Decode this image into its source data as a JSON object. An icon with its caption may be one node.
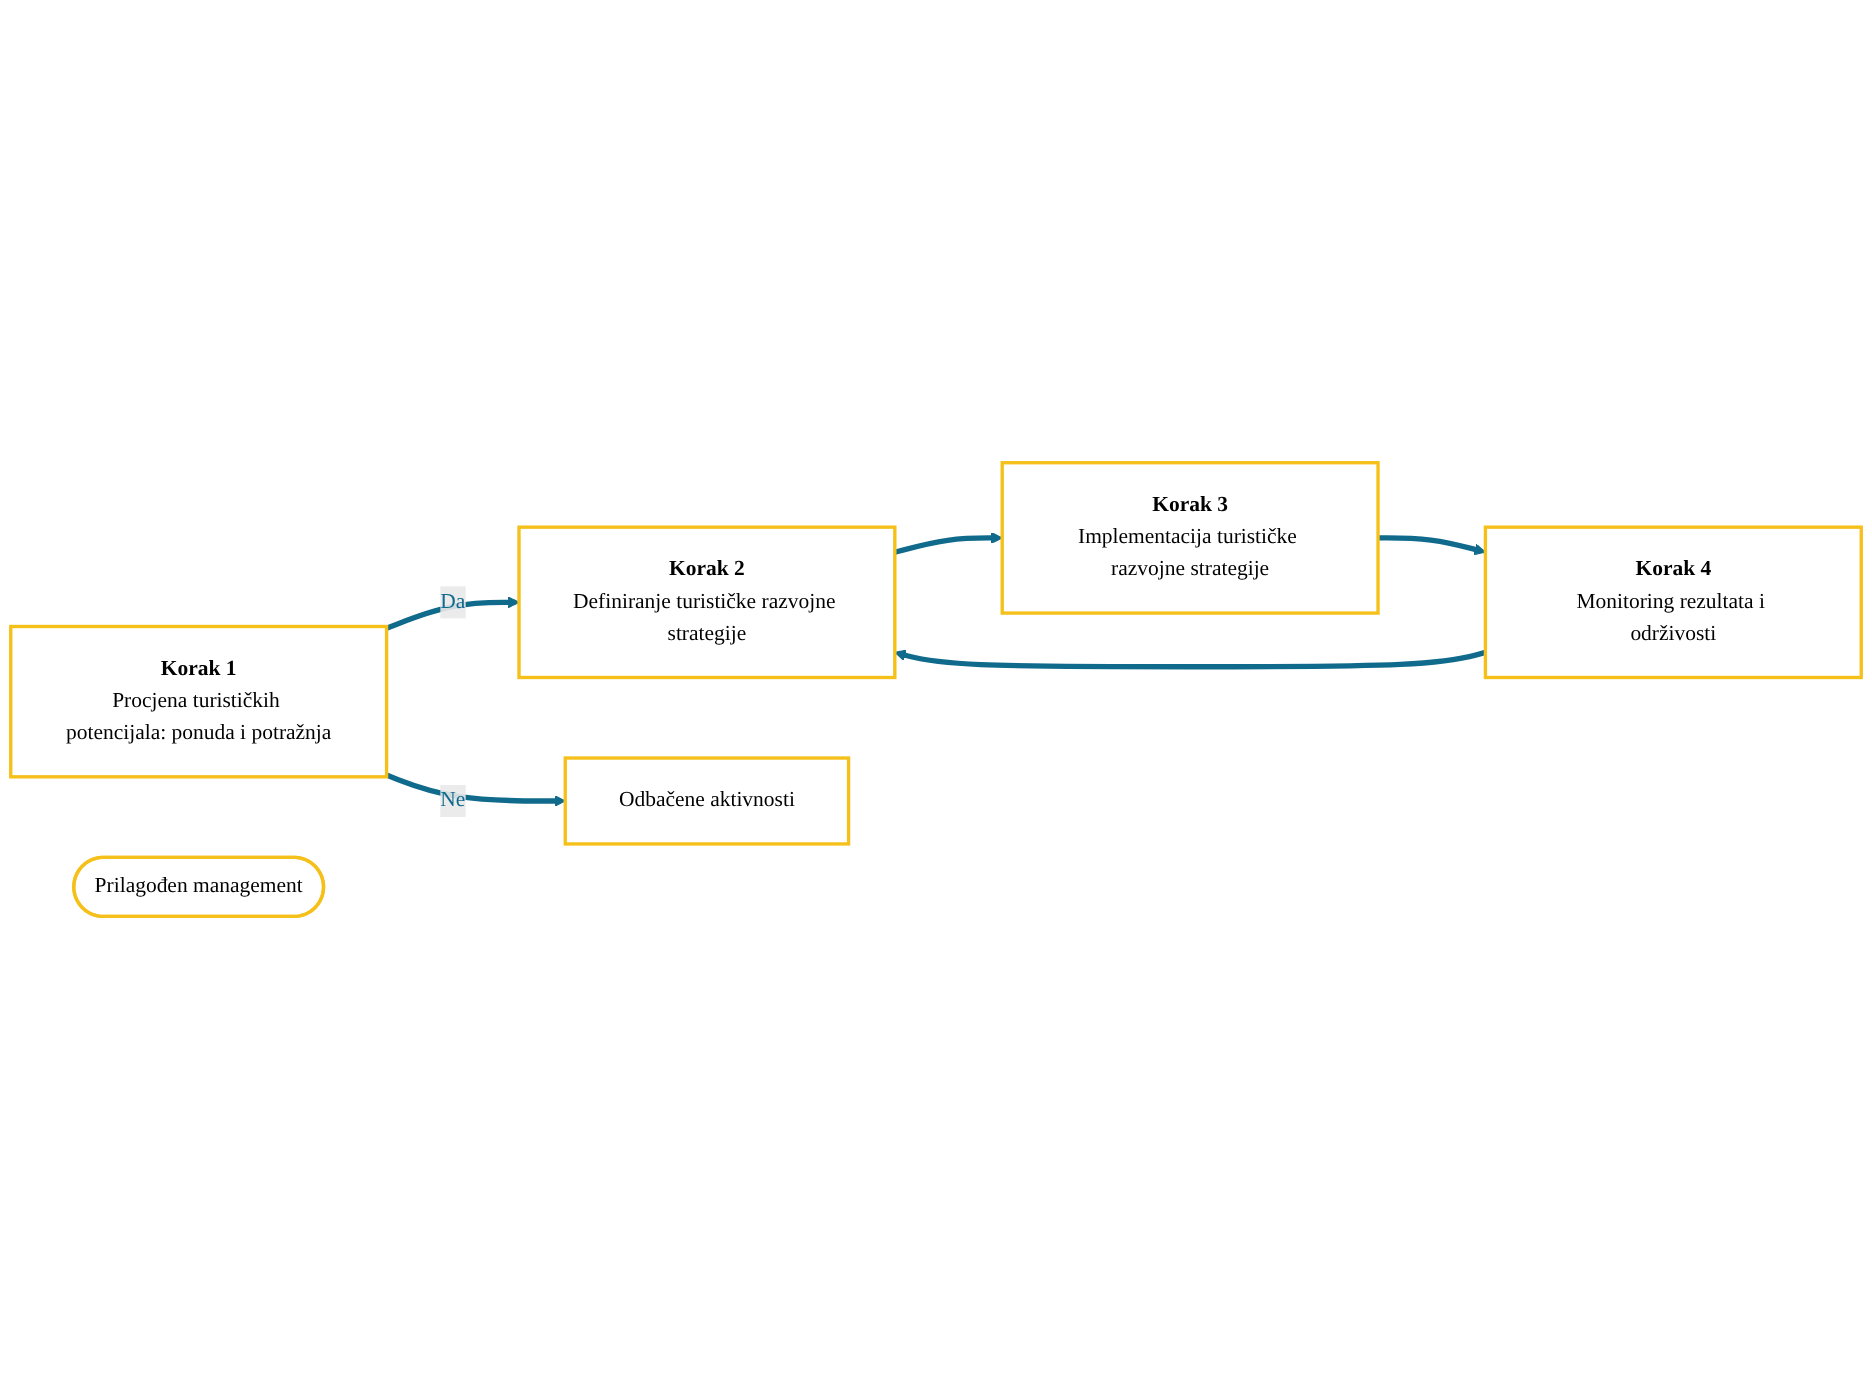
{
  "diagram": {
    "nodes": [
      {
        "text": [
          "Korak 1",
          "Procjena turističkih potencijala: ponuda i potražnja"
        ]
      },
      {
        "text": [
          "Korak 2",
          "Definiranje turističke razvojne strategije"
        ]
      },
      {
        "text": [
          "Korak 3",
          "Implementacija turističke razvojne strategije"
        ]
      },
      {
        "text": [
          "Prilagođen management"
        ]
      },
      {
        "text": [
          "Korak 4",
          "Monitoring rezultata i održivosti"
        ]
      },
      {
        "text": [
          "Odbačene aktivnosti"
        ]
      }
    ],
    "edges": [
      {
        "from": 0,
        "to": 1,
        "arrow": "to",
        "label": "Da"
      },
      {
        "from": 0,
        "to": 5,
        "arrow": "to",
        "label": "Ne"
      },
      {
        "from": 1,
        "to": 2,
        "arrow": "to"
      },
      {
        "from": 2,
        "to": 4,
        "arrow": "to"
      },
      {
        "from": 4,
        "to": 1,
        "arrow": "to"
      }
    ]
  }
}
